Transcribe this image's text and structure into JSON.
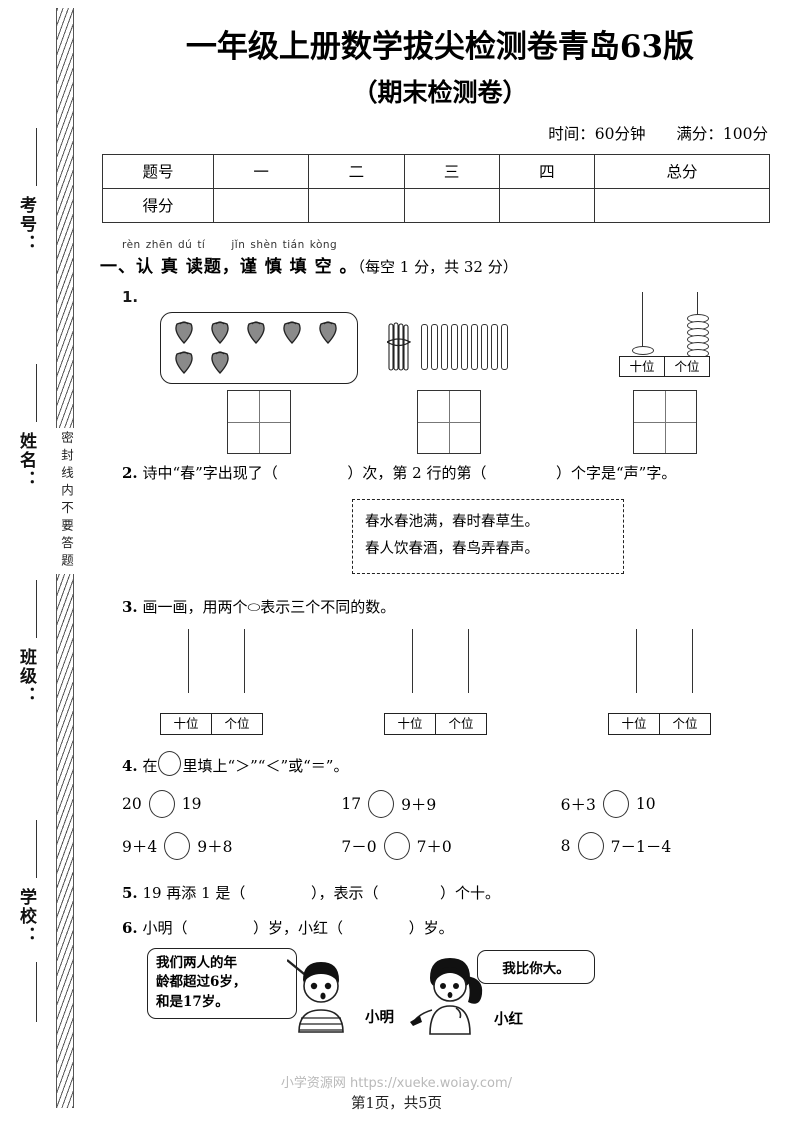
{
  "sidebar": {
    "seal_text": "密封线内不要答题",
    "fields": [
      {
        "label": "考号："
      },
      {
        "label": "姓名："
      },
      {
        "label": "班级："
      },
      {
        "label": "学校："
      }
    ]
  },
  "header": {
    "title": "一年级上册数学拔尖检测卷青岛63版",
    "subtitle": "（期末检测卷）",
    "time_label": "时间：60分钟",
    "score_label": "满分：100分"
  },
  "score_table": {
    "row_labels": [
      "题号",
      "得分"
    ],
    "columns": [
      "一",
      "二",
      "三",
      "四",
      "总分"
    ],
    "values": [
      "",
      "",
      "",
      "",
      ""
    ]
  },
  "section1": {
    "pinyin": [
      "rèn",
      "zhēn",
      "dú",
      "tí",
      "",
      "jǐn",
      "shèn",
      "tián",
      "kòng"
    ],
    "heading": "一、认 真 读题，谨 慎 填 空 。",
    "points": "（每空 1 分，共 32 分）"
  },
  "questions": {
    "q1": {
      "number": "1.",
      "strawberry_count": 7,
      "strawberry_rows": [
        5,
        2
      ],
      "sticks": {
        "bundles": 1,
        "loose": 9
      },
      "abacus": {
        "tens_beads": 1,
        "ones_beads": 6,
        "tens_label": "十位",
        "ones_label": "个位"
      }
    },
    "q2": {
      "number": "2.",
      "text_a": "诗中“春”字出现了（",
      "text_b": "）次，第 2 行的第（",
      "text_c": "）个字是“声”字。",
      "poem_line1": "春水春池满，春时春草生。",
      "poem_line2": "春人饮春酒，春鸟弄春声。"
    },
    "q3": {
      "number": "3.",
      "text": "画一画，用两个⬭表示三个不同的数。",
      "frames": [
        {
          "tens_label": "十位",
          "ones_label": "个位"
        },
        {
          "tens_label": "十位",
          "ones_label": "个位"
        },
        {
          "tens_label": "十位",
          "ones_label": "个位"
        }
      ]
    },
    "q4": {
      "number": "4.",
      "text_a": "在",
      "text_b": "里填上“＞”“＜”或“＝”。",
      "rows": [
        [
          {
            "left": "20",
            "right": "19"
          },
          {
            "left": "17",
            "right": "9＋9"
          },
          {
            "left": "6＋3",
            "right": "10"
          }
        ],
        [
          {
            "left": "9＋4",
            "right": "9＋8"
          },
          {
            "left": "7－0",
            "right": "7＋0"
          },
          {
            "left": "8",
            "right": "7－1－4"
          }
        ]
      ]
    },
    "q5": {
      "number": "5.",
      "text_a": "19 再添 1 是（",
      "text_b": "），表示（",
      "text_c": "）个十。"
    },
    "q6": {
      "number": "6.",
      "text_a": "小明（",
      "text_b": "）岁，小红（",
      "text_c": "）岁。",
      "bubble_boy_line1": "我们两人的年",
      "bubble_boy_line2": "龄都超过6岁，",
      "bubble_boy_line3": "和是17岁。",
      "bubble_girl": "我比你大。",
      "name_boy": "小明",
      "name_girl": "小红"
    }
  },
  "footer": {
    "watermark": "小学资源网 https://xueke.woiay.com/",
    "page_info": "第1页，共5页"
  }
}
